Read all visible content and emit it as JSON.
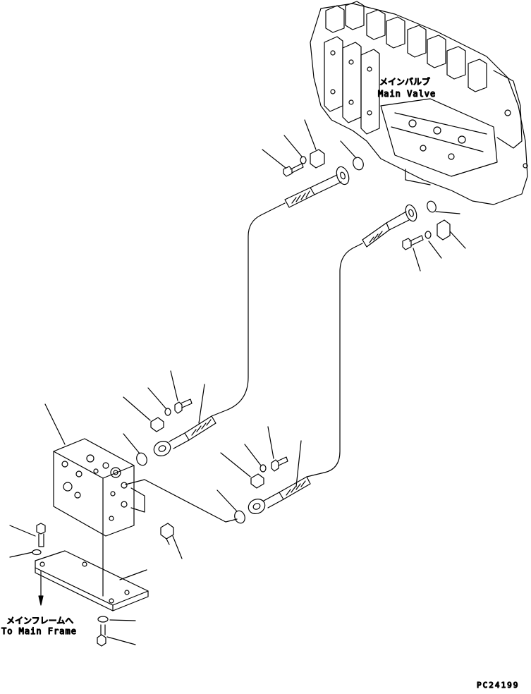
{
  "labels": {
    "main_valve_jp": "メインバルブ",
    "main_valve_en": "Main Valve",
    "main_frame_jp": "メインフレームへ",
    "main_frame_en": "To Main Frame",
    "figure_code": "PC24199"
  },
  "colors": {
    "line": "#000000",
    "background": "#ffffff"
  },
  "icons": [
    "down-arrow-icon"
  ]
}
